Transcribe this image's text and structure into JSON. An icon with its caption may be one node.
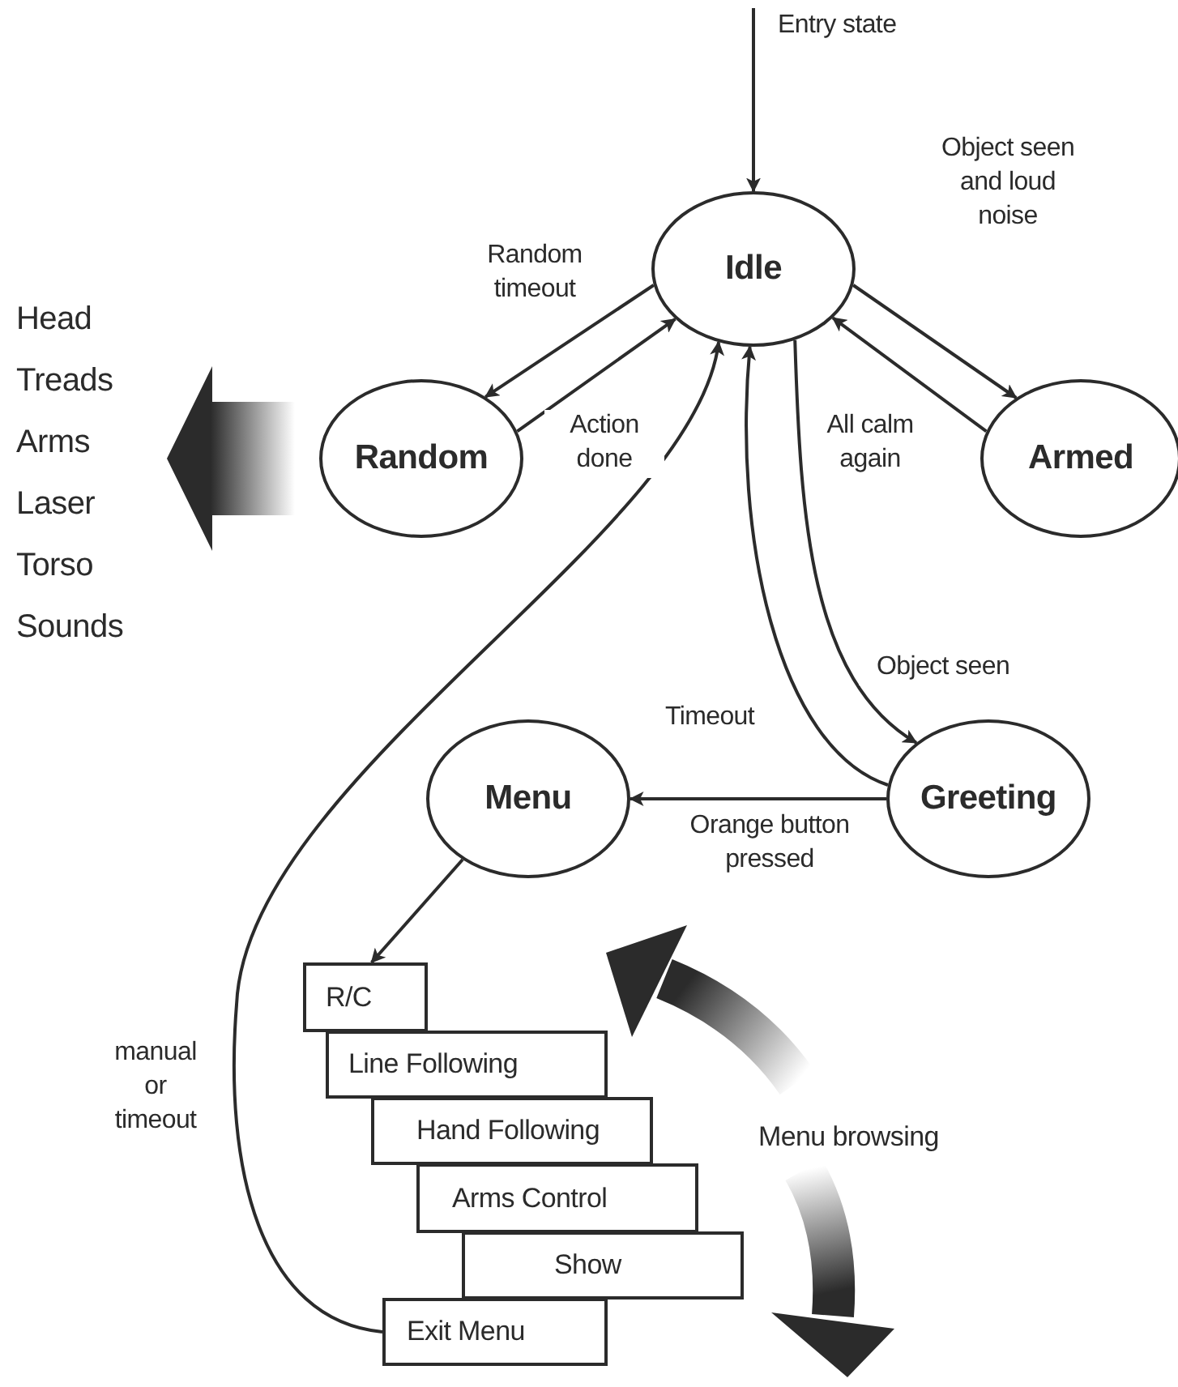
{
  "diagram": {
    "nodes": [
      {
        "text": [
          "Idle"
        ]
      },
      {
        "text": [
          "Random"
        ]
      },
      {
        "text": [
          "Armed"
        ]
      },
      {
        "text": [
          "Greeting"
        ]
      },
      {
        "text": [
          "Menu"
        ]
      },
      {
        "text": [
          "R/C"
        ]
      },
      {
        "text": [
          "Line Following"
        ]
      },
      {
        "text": [
          "Hand Following"
        ]
      },
      {
        "text": [
          "Arms Control"
        ]
      },
      {
        "text": [
          "Show"
        ]
      },
      {
        "text": [
          "Exit Menu"
        ]
      }
    ],
    "edges": [
      {
        "from": null,
        "to": 0,
        "arrow": "to",
        "label": "Entry state"
      },
      {
        "from": 0,
        "to": 1,
        "arrow": "to",
        "label": "Random timeout"
      },
      {
        "from": 1,
        "to": 0,
        "arrow": "to",
        "label": "Action done"
      },
      {
        "from": 0,
        "to": 2,
        "arrow": "to",
        "label": "Object seen and loud noise"
      },
      {
        "from": 2,
        "to": 0,
        "arrow": "to",
        "label": "All calm again"
      },
      {
        "from": 0,
        "to": 3,
        "arrow": "to",
        "label": "Object seen"
      },
      {
        "from": 3,
        "to": 0,
        "arrow": "to",
        "label": "Timeout"
      },
      {
        "from": 3,
        "to": 4,
        "arrow": "to",
        "label": "Orange button pressed"
      },
      {
        "from": 4,
        "to": 5,
        "arrow": "to"
      },
      {
        "from": 10,
        "to": 0,
        "arrow": "to",
        "label": "manual or timeout"
      }
    ],
    "labels": [
      "Head",
      "Treads",
      "Arms",
      "Laser",
      "Torso",
      "Sounds",
      "Menu browsing"
    ]
  }
}
